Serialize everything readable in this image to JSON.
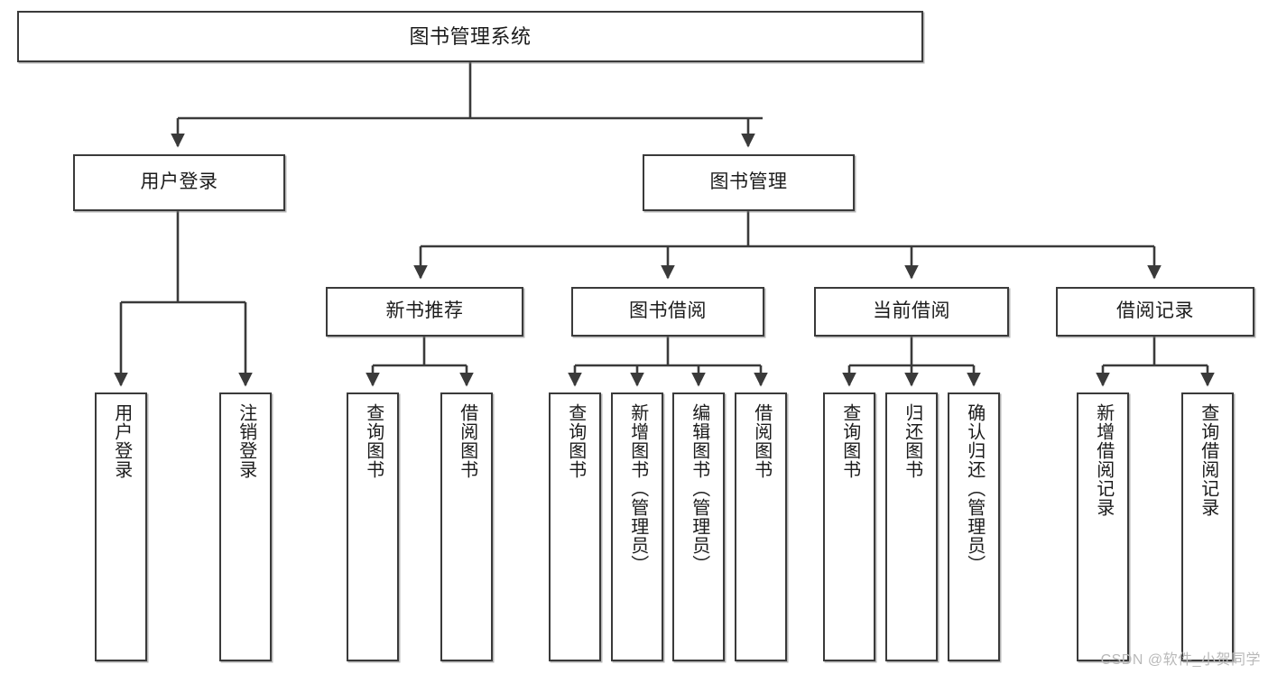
{
  "diagram": {
    "title": "图书管理系统",
    "type": "tree-hierarchy-chart",
    "watermark": "CSDN @软件_小贺同学",
    "colors": {
      "box_border": "#3a3a3a",
      "box_fill": "#ffffff",
      "connector": "#3a3a3a",
      "text": "#1b1b1b",
      "watermark": "#b9b9b9"
    }
  },
  "nodes": {
    "root": {
      "label": "图书管理系统"
    },
    "level1": [
      {
        "label": "用户登录"
      },
      {
        "label": "图书管理"
      }
    ],
    "level2": [
      {
        "label": "新书推荐"
      },
      {
        "label": "图书借阅"
      },
      {
        "label": "当前借阅"
      },
      {
        "label": "借阅记录"
      }
    ],
    "leaves": {
      "user_login": [
        {
          "label": "用户登录"
        },
        {
          "label": "注销登录"
        }
      ],
      "new_book_recommend": [
        {
          "label": "查询图书"
        },
        {
          "label": "借阅图书"
        }
      ],
      "book_borrow": [
        {
          "label": "查询图书"
        },
        {
          "label": "新增图书（管理员）"
        },
        {
          "label": "编辑图书（管理员）"
        },
        {
          "label": "借阅图书"
        }
      ],
      "current_borrow": [
        {
          "label": "查询图书"
        },
        {
          "label": "归还图书"
        },
        {
          "label": "确认归还（管理员）"
        }
      ],
      "borrow_record": [
        {
          "label": "新增借阅记录"
        },
        {
          "label": "查询借阅记录"
        }
      ]
    }
  }
}
